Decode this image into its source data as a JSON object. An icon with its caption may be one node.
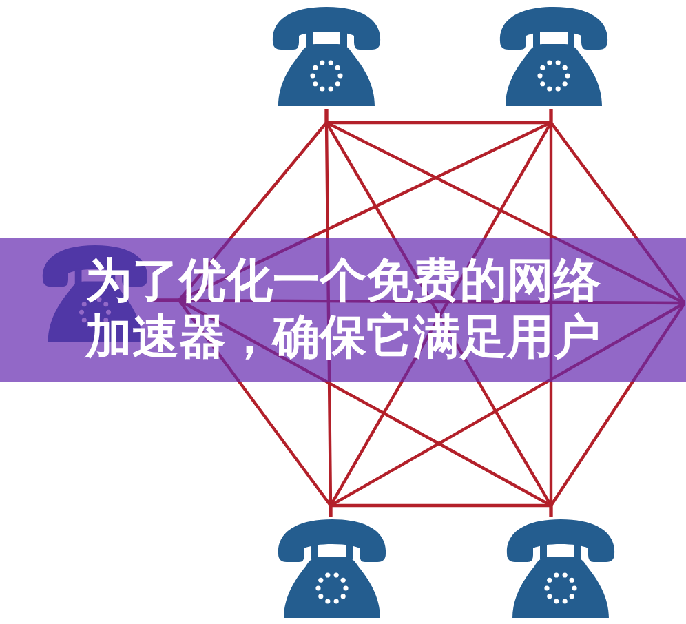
{
  "diagram": {
    "title": "为了优化一个免费的网络加速器，确保它满足用户",
    "nodes": [
      {
        "text": [],
        "shape": "telephone"
      },
      {
        "text": [],
        "shape": "telephone"
      },
      {
        "text": [],
        "shape": "telephone"
      },
      {
        "text": [],
        "shape": "telephone"
      },
      {
        "text": [],
        "shape": "telephone"
      }
    ],
    "edges": [
      {
        "from": 0,
        "to": 1,
        "arrow": "none"
      },
      {
        "from": 0,
        "to": 2,
        "arrow": "none"
      },
      {
        "from": 0,
        "to": null,
        "arrow": "none"
      },
      {
        "from": 0,
        "to": 3,
        "arrow": "none"
      },
      {
        "from": 0,
        "to": 4,
        "arrow": "none"
      },
      {
        "from": 1,
        "to": 2,
        "arrow": "none"
      },
      {
        "from": 1,
        "to": null,
        "arrow": "none"
      },
      {
        "from": 1,
        "to": 3,
        "arrow": "none"
      },
      {
        "from": 1,
        "to": 4,
        "arrow": "none"
      },
      {
        "from": 2,
        "to": null,
        "arrow": "none"
      },
      {
        "from": 2,
        "to": 3,
        "arrow": "none"
      },
      {
        "from": 2,
        "to": 4,
        "arrow": "none"
      },
      {
        "from": 3,
        "to": 4,
        "arrow": "none"
      },
      {
        "from": 3,
        "to": null,
        "arrow": "none"
      },
      {
        "from": 4,
        "to": null,
        "arrow": "none"
      }
    ]
  }
}
